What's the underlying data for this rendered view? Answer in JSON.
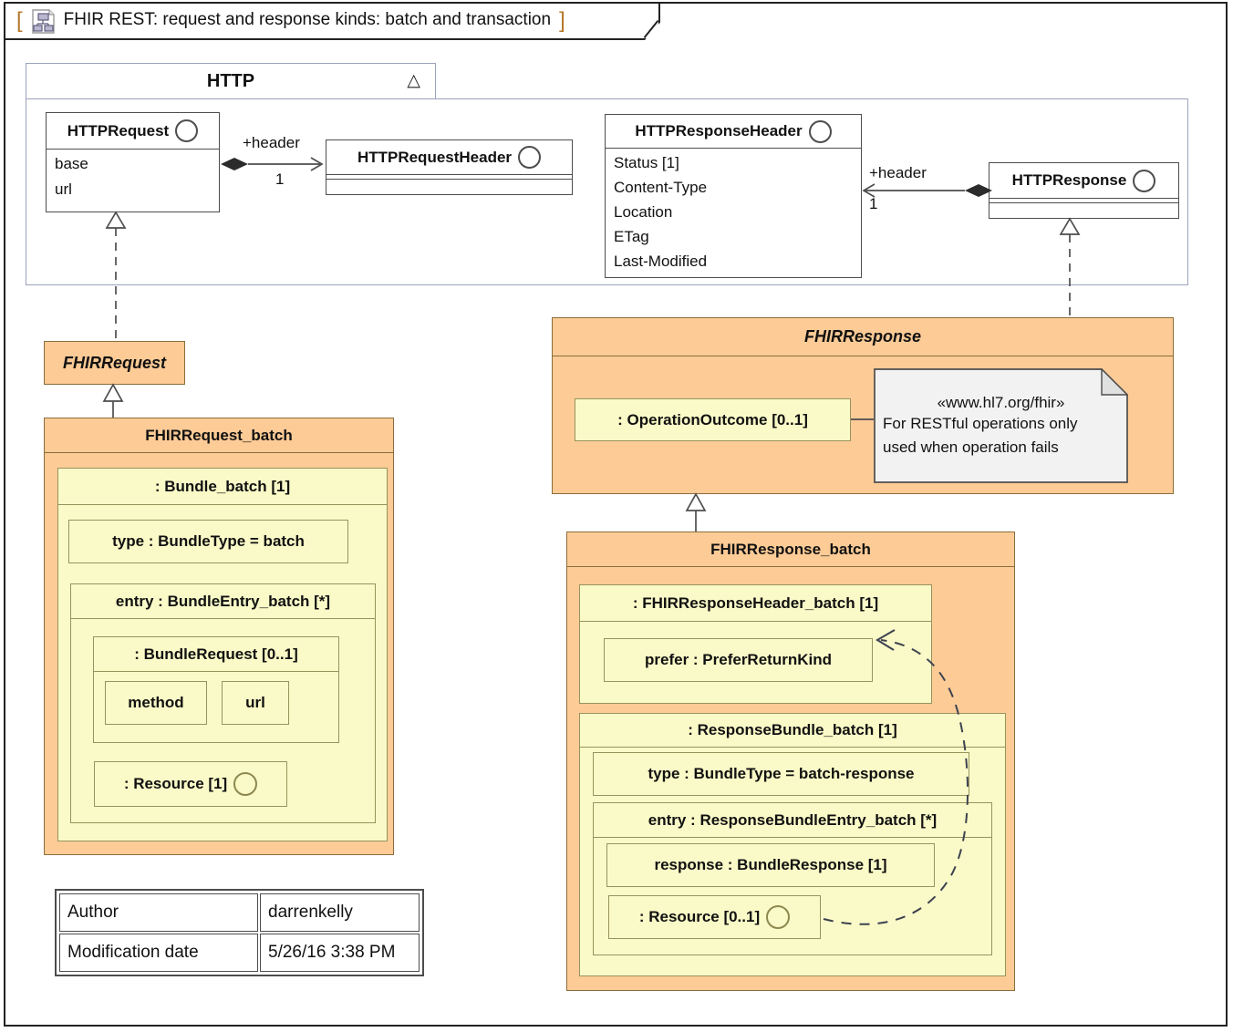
{
  "frame": {
    "bracket_left": "[",
    "title": "FHIR REST: request and response kinds: batch and transaction",
    "bracket_right": "]"
  },
  "http_package": {
    "name": "HTTP",
    "marker": "△",
    "request": {
      "title": "HTTPRequest",
      "attrs": [
        "base",
        "url"
      ]
    },
    "request_header": {
      "title": "HTTPRequestHeader"
    },
    "response_header": {
      "title": "HTTPResponseHeader",
      "attrs": [
        "Status [1]",
        "Content-Type",
        "Location",
        "ETag",
        "Last-Modified"
      ]
    },
    "response": {
      "title": "HTTPResponse"
    },
    "assoc_request": {
      "role": "+header",
      "multiplicity": "1"
    },
    "assoc_response": {
      "role": "+header",
      "multiplicity": "1"
    }
  },
  "fhir_request": {
    "title": "FHIRRequest"
  },
  "fhir_request_batch": {
    "title": "FHIRRequest_batch",
    "bundle": {
      "label": ": Bundle_batch [1]",
      "type": "type : BundleType = batch",
      "entry": {
        "label": "entry : BundleEntry_batch [*]",
        "bundle_request": {
          "label": ": BundleRequest [0..1]",
          "method": "method",
          "url": "url"
        },
        "resource": ": Resource [1]"
      }
    }
  },
  "fhir_response": {
    "title": "FHIRResponse",
    "operation_outcome": ": OperationOutcome [0..1]",
    "note": {
      "stereotype": "«www.hl7.org/fhir»",
      "line1": "For RESTful operations only",
      "line2": "used when operation fails"
    }
  },
  "fhir_response_batch": {
    "title": "FHIRResponse_batch",
    "header_part": {
      "label": ": FHIRResponseHeader_batch [1]",
      "prefer": "prefer : PreferReturnKind"
    },
    "bundle": {
      "label": ": ResponseBundle_batch [1]",
      "type": "type : BundleType = batch-response",
      "entry": {
        "label": "entry : ResponseBundleEntry_batch [*]",
        "response": "response : BundleResponse [1]",
        "resource": ": Resource [0..1]"
      }
    }
  },
  "author_table": {
    "rows": [
      [
        "Author",
        "darrenkelly"
      ],
      [
        "Modification date",
        "5/26/16 3:38 PM"
      ]
    ]
  },
  "colors": {
    "orange_fill": "#FDCB96",
    "orange_border": "#8A6D3B",
    "yellow_fill": "#FAFAC8",
    "yellow_border": "#97935C",
    "package_border": "#9BA3BC",
    "class_border": "#4d4d4d",
    "note_fill": "#f2f2f2",
    "bracket": "#b5772a"
  }
}
